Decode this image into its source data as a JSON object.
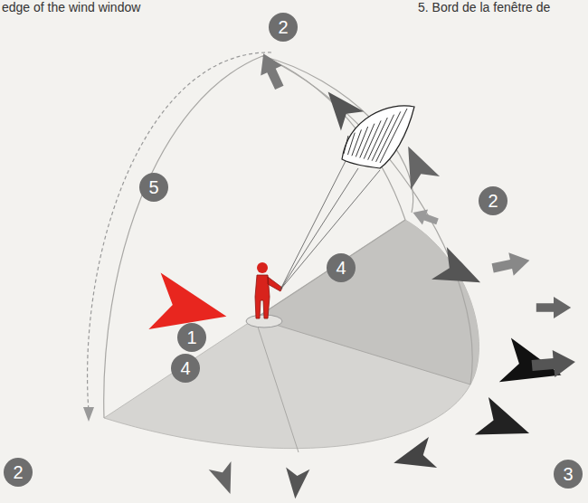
{
  "diagram": {
    "nodes": [
      {
        "text": [
          "2"
        ]
      },
      {
        "text": [
          "5"
        ]
      },
      {
        "text": [
          "2"
        ]
      },
      {
        "text": [
          "4"
        ]
      },
      {
        "text": [
          "1"
        ]
      },
      {
        "text": [
          "4"
        ]
      },
      {
        "text": [
          "2"
        ]
      },
      {
        "text": [
          "3"
        ]
      }
    ],
    "labels": [
      "edge of the wind window",
      "5. Bord de la fenêtre de"
    ]
  }
}
